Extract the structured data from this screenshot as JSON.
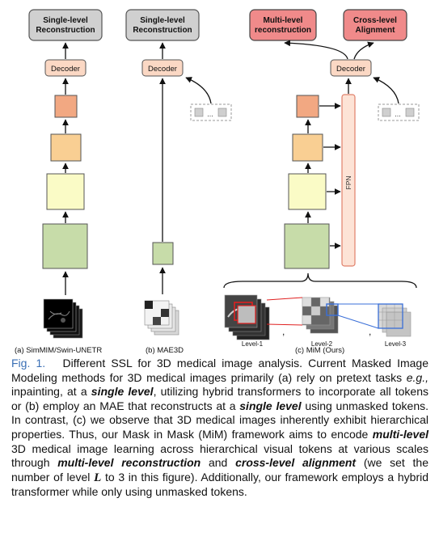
{
  "columns": [
    {
      "id": "a",
      "sublabel": "(a) SimMIM/Swin-UNETR",
      "head": "Single-level\nReconstruction",
      "decoder": "Decoder"
    },
    {
      "id": "b",
      "sublabel": "(b) MAE3D",
      "head": "Single-level\nReconstruction",
      "decoder": "Decoder",
      "token_ellipsis": "..."
    },
    {
      "id": "c",
      "sublabel": "(c) MiM (Ours)",
      "heads": [
        "Multi-level\nreconstruction",
        "Cross-level\nAlignment"
      ],
      "decoder": "Decoder",
      "fpn": "FPN",
      "token_ellipsis": "...",
      "levels": [
        "Level-1",
        "Level-2",
        "Level-3"
      ],
      "separator": ","
    }
  ],
  "colors": {
    "head_gray": "#d0d0d0",
    "head_red": "#f08a8a",
    "decoder": "#fbd8c4",
    "block_top": "#f2a882",
    "block_orange": "#f9cf93",
    "block_yellow": "#fafbc6",
    "block_green": "#c7dca9",
    "fpn_fill": "#fde3d6",
    "fpn_stroke": "#e0806a",
    "caption_label": "#3a6fb5"
  },
  "caption": {
    "label": "Fig. 1.",
    "parts": [
      {
        "t": "Different SSL for 3D medical image analysis. Current Masked Image Modeling methods for 3D medical images primarily (a) rely on pretext tasks ",
        "s": "n"
      },
      {
        "t": "e.g.,",
        "s": "i"
      },
      {
        "t": " inpainting, at a ",
        "s": "n"
      },
      {
        "t": "single level",
        "s": "bi"
      },
      {
        "t": ", utilizing hybrid trans­formers to incorporate all tokens or (b) employ an MAE that reconstructs at a ",
        "s": "n"
      },
      {
        "t": "single level",
        "s": "bi"
      },
      {
        "t": " using unmasked tokens. In contrast, (c) we observe that 3D medical images inherently exhibit hierarchical properties. Thus, our Mask in Mask (MiM) framework aims to encode ",
        "s": "n"
      },
      {
        "t": "multi-level",
        "s": "bi"
      },
      {
        "t": " 3D medical image learning across hierarchical visual tokens at various scales through ",
        "s": "n"
      },
      {
        "t": "multi-level reconstruction",
        "s": "bi"
      },
      {
        "t": " and ",
        "s": "n"
      },
      {
        "t": "cross-level alignment",
        "s": "bi"
      },
      {
        "t": " (we set the number of level ",
        "s": "n"
      },
      {
        "t": "L",
        "s": "m"
      },
      {
        "t": " to 3 in this figure). Additionally, our framework employs a hybrid transformer while only using unmasked tokens.",
        "s": "n"
      }
    ]
  }
}
